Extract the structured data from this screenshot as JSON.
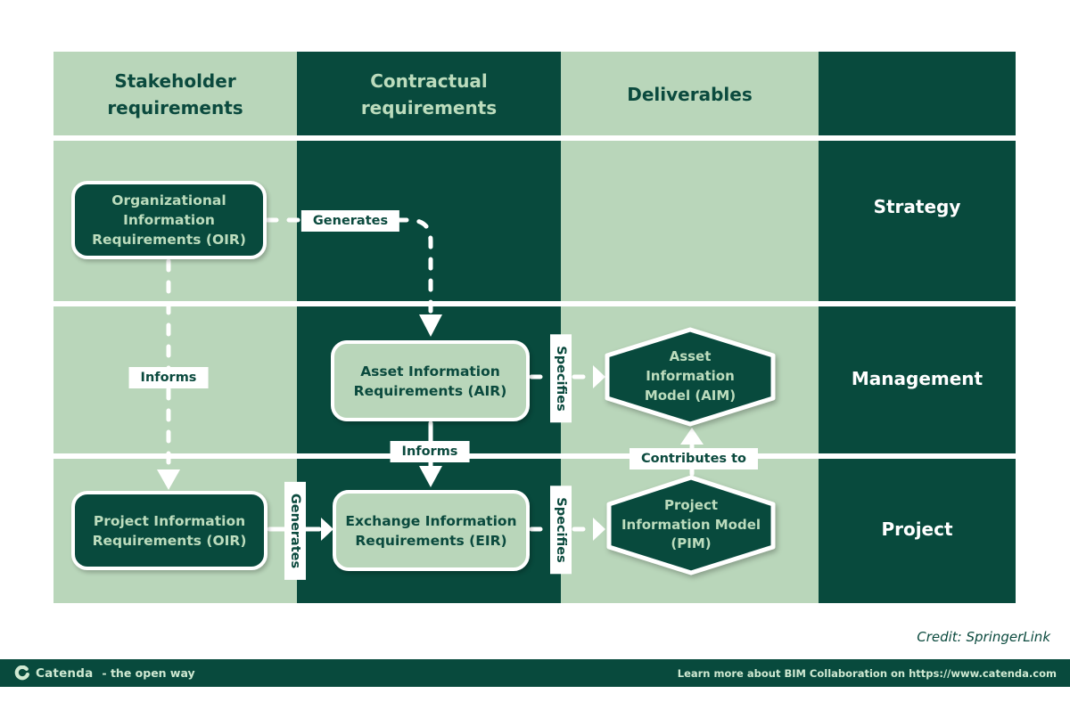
{
  "colors": {
    "dark_green": "#084a3d",
    "light_green": "#b9d6ba",
    "light_text_on_dark": "#bcdcbd",
    "dark_text_on_light": "#0b4a3e",
    "divider_white": "#ffffff",
    "footer_text": "#cfe9d2"
  },
  "grid": {
    "columns": [
      {
        "label": "Stakeholder requirements"
      },
      {
        "label": "Contractual requirements"
      },
      {
        "label": "Deliverables"
      },
      {
        "label": ""
      }
    ],
    "rows": [
      "Strategy",
      "Management",
      "Project"
    ]
  },
  "nodes": {
    "oir": {
      "label": "Organizational Information Requirements (OIR)"
    },
    "pir": {
      "label": "Project Information Requirements (OIR)"
    },
    "air": {
      "label": "Asset Information Requirements (AIR)"
    },
    "eir": {
      "label": "Exchange Information Requirements (EIR)"
    },
    "aim": {
      "label": "Asset Information Model (AIM)"
    },
    "pim": {
      "label": "Project Information Model (PIM)"
    }
  },
  "connectors": {
    "generates_oir_air": "Generates",
    "informs_oir_pir": "Informs",
    "specifies_air_aim": "Specifies",
    "informs_air_eir": "Informs",
    "generates_pir_eir": "Generates",
    "specifies_eir_pim": "Specifies",
    "contributes_pim_aim": "Contributes to"
  },
  "credit": "Credit: SpringerLink",
  "footer": {
    "brand": "Catenda",
    "tagline": "- the open way",
    "message": "Learn more about BIM Collaboration on https://www.catenda.com"
  }
}
